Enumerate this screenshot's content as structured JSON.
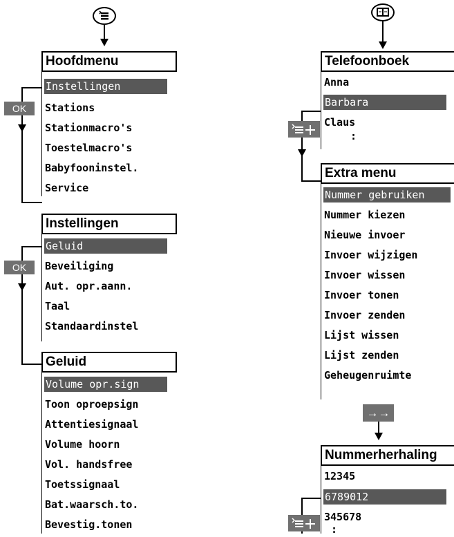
{
  "menu_key": {
    "icon": "menu-list-icon"
  },
  "phonebook_key": {
    "icon": "book-icon"
  },
  "ok_label": "OK",
  "redial_key": {
    "icon": "double-arrow-icon",
    "glyph": "→→"
  },
  "hoofdmenu": {
    "title": "Hoofdmenu",
    "items": [
      "Instellingen",
      "Stations",
      "Stationmacro's",
      "Toestelmacro's",
      "Babyfooninstel.",
      "Service"
    ]
  },
  "instellingen": {
    "title": "Instellingen",
    "items": [
      "Geluid",
      "Beveiliging",
      "Aut. opr.aann.",
      "Taal",
      "Standaardinstel"
    ]
  },
  "geluid": {
    "title": "Geluid",
    "items": [
      "Volume opr.sign",
      "Toon oproepsign",
      "Attentiesignaal",
      "Volume hoorn",
      "Vol. handsfree",
      "Toetssignaal",
      "Bat.waarsch.to.",
      "Bevestig.tonen"
    ]
  },
  "telefoonboek": {
    "title": "Telefoonboek",
    "items": [
      "Anna",
      "Barbara",
      "Claus",
      ":"
    ]
  },
  "extra_menu": {
    "title": "Extra menu",
    "items": [
      "Nummer gebruiken",
      "Nummer kiezen",
      "Nieuwe invoer",
      "Invoer wijzigen",
      "Invoer wissen",
      "Invoer tonen",
      "Invoer zenden",
      "Lijst wissen",
      "Lijst zenden",
      "Geheugenruimte"
    ]
  },
  "nummerherhaling": {
    "title": "Nummerherhaling",
    "items": [
      "12345",
      "6789012",
      "345678",
      ":"
    ]
  }
}
